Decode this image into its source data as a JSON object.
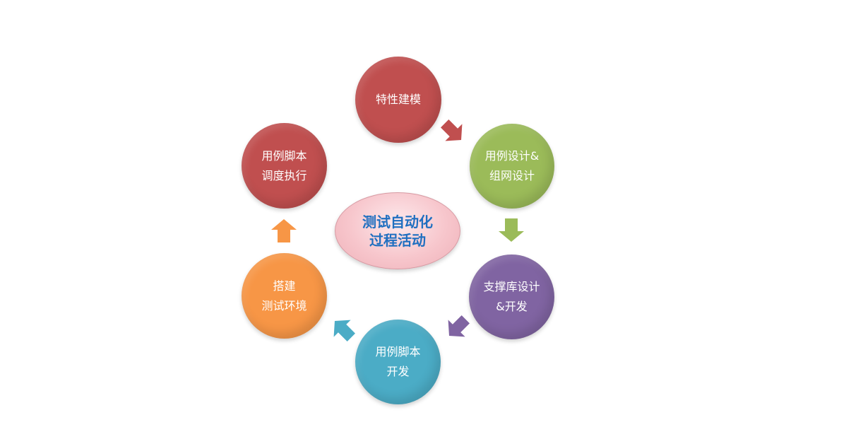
{
  "center": {
    "line1": "测试自动化",
    "line2": "过程活动"
  },
  "steps": [
    {
      "line1": "特性建模",
      "line2": "",
      "color": "#c04f4f"
    },
    {
      "line1": "用例设计&",
      "line2": "组网设计",
      "color": "#9bbb59"
    },
    {
      "line1": "支撑库设计",
      "line2": "&开发",
      "color": "#8064a2"
    },
    {
      "line1": "用例脚本",
      "line2": "开发",
      "color": "#4bacc6"
    },
    {
      "line1": "搭建",
      "line2": "测试环境",
      "color": "#f79646"
    },
    {
      "line1": "用例脚本",
      "line2": "调度执行",
      "color": "#c04f4f"
    }
  ],
  "arrows": [
    {
      "from": "特性建模",
      "to": "用例设计&组网设计",
      "color": "#c04f4f"
    },
    {
      "from": "用例设计&组网设计",
      "to": "支撑库设计&开发",
      "color": "#9bbb59"
    },
    {
      "from": "支撑库设计&开发",
      "to": "用例脚本开发",
      "color": "#8064a2"
    },
    {
      "from": "用例脚本开发",
      "to": "搭建测试环境",
      "color": "#4bacc6"
    },
    {
      "from": "搭建测试环境",
      "to": "用例脚本调度执行",
      "color": "#f79646"
    }
  ]
}
